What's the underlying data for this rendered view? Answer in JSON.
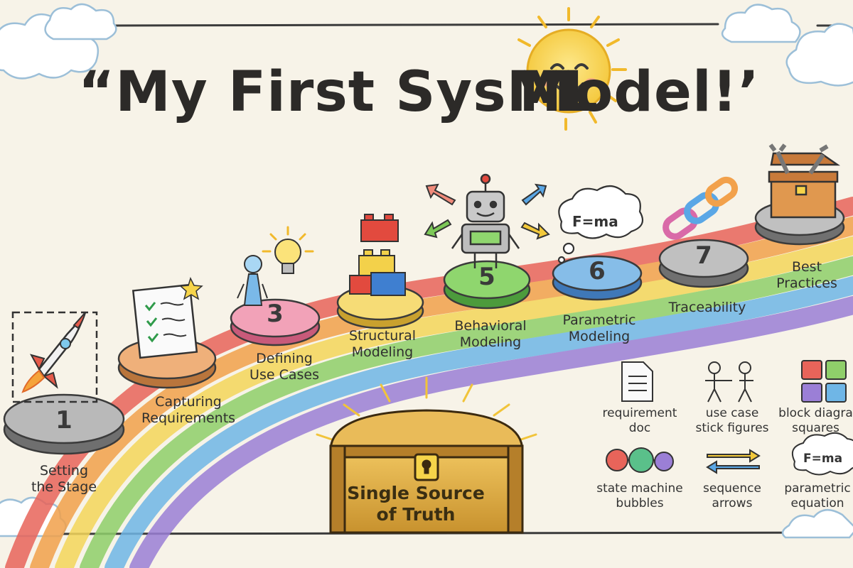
{
  "title": {
    "part1": "“My First SysML",
    "part2": "Model!’"
  },
  "stages": [
    {
      "number": "1",
      "label_line1": "Setting",
      "label_line2": "the Stage",
      "icon": "rocket-icon"
    },
    {
      "number": "",
      "label_line1": "Capturing",
      "label_line2": "Requirements",
      "icon": "checklist-icon"
    },
    {
      "number": "3",
      "label_line1": "Defining",
      "label_line2": "Use Cases",
      "icon": "stick-figure-icon"
    },
    {
      "number": "",
      "label_line1": "Structural",
      "label_line2": "Modeling",
      "icon": "blocks-icon"
    },
    {
      "number": "5",
      "label_line1": "Behavioral",
      "label_line2": "Modeling",
      "icon": "robot-icon"
    },
    {
      "number": "6",
      "label_line1": "Parametric",
      "label_line2": "Modeling",
      "icon": "thought-bubble-icon"
    },
    {
      "number": "7",
      "label_line1": "Traceability",
      "label_line2": "",
      "icon": "chain-link-icon"
    },
    {
      "number": "",
      "label_line1": "Best",
      "label_line2": "Practices",
      "icon": "toolbox-icon"
    }
  ],
  "bubble_equation": "F=ma",
  "chest": {
    "line1": "Single Source",
    "line2": "of Truth"
  },
  "legend": [
    {
      "line1": "requirement",
      "line2": "doc",
      "icon": "document-icon"
    },
    {
      "line1": "use case",
      "line2": "stick figures",
      "icon": "stick-figures-icon"
    },
    {
      "line1": "block diagra",
      "line2": "squares",
      "icon": "squares-icon"
    },
    {
      "line1": "state machine",
      "line2": "bubbles",
      "icon": "bubbles-icon"
    },
    {
      "line1": "sequence",
      "line2": "arrows",
      "icon": "arrows-icon"
    },
    {
      "line1": "parametric",
      "line2": "equation",
      "icon": "equation-cloud-icon",
      "equation": "F=ma"
    }
  ],
  "colors": {
    "background": "#f7f3e8",
    "rainbow": [
      "#e8645a",
      "#f2a14b",
      "#f4d65a",
      "#8fcf6a",
      "#6fb6e6",
      "#9b7fd6"
    ],
    "sun": "#f8d44c",
    "chest": "#d8a93c"
  }
}
